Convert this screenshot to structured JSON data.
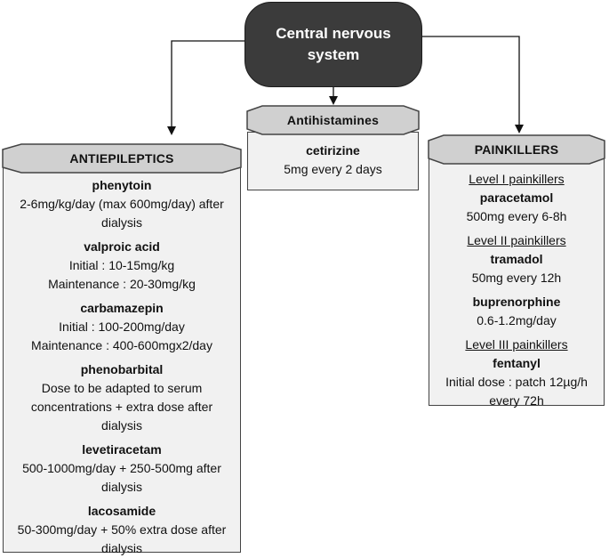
{
  "root": {
    "title": "Central nervous system"
  },
  "antihistamines": {
    "header": "Antihistamines",
    "drugs": [
      {
        "name": "cetirizine",
        "dose": "5mg every 2 days"
      }
    ]
  },
  "antiepileptics": {
    "header": "ANTIEPILEPTICS",
    "drugs": [
      {
        "name": "phenytoin",
        "dose": "2-6mg/kg/day (max 600mg/day) after dialysis"
      },
      {
        "name": "valproic acid",
        "dose_line1": "Initial : 10-15mg/kg",
        "dose_line2": "Maintenance : 20-30mg/kg"
      },
      {
        "name": "carbamazepin",
        "dose_line1": "Initial : 100-200mg/day",
        "dose_line2": "Maintenance : 400-600mgx2/day"
      },
      {
        "name": "phenobarbital",
        "dose": "Dose to be adapted to serum concentrations + extra dose after dialysis"
      },
      {
        "name": "levetiracetam",
        "dose": "500-1000mg/day + 250-500mg after dialysis"
      },
      {
        "name": "lacosamide",
        "dose": "50-300mg/day + 50% extra dose after dialysis"
      }
    ]
  },
  "painkillers": {
    "header": "PAINKILLERS",
    "level1": "Level I painkillers",
    "level2": "Level II painkillers",
    "level3": "Level III painkillers",
    "drugs": [
      {
        "name": "paracetamol",
        "dose": "500mg every 6-8h"
      },
      {
        "name": "tramadol",
        "dose": "50mg every 12h"
      },
      {
        "name": "buprenorphine",
        "dose": "0.6-1.2mg/day"
      },
      {
        "name": "fentanyl",
        "dose_line1": "Initial dose : patch 12µg/h",
        "dose_line2": "every 72h"
      }
    ]
  },
  "colors": {
    "root_fill": "#3b3b3b",
    "header_fill": "#d0d0d0",
    "panel_fill": "#f1f1f1",
    "stroke": "#444444"
  }
}
